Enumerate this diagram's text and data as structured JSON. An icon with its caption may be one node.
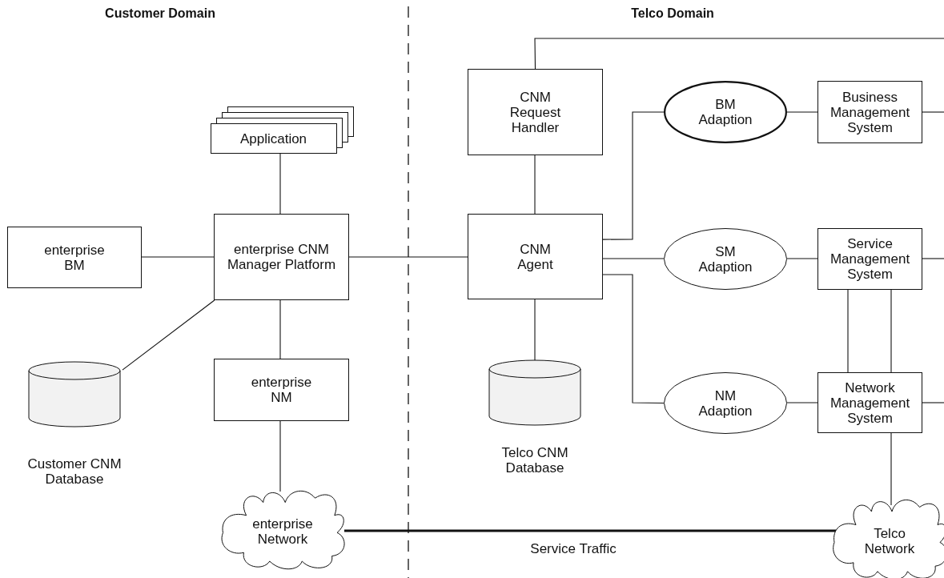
{
  "diagram": {
    "nodes": [
      {
        "text": [
          "Application"
        ]
      },
      {
        "text": [
          "enterprise BM"
        ]
      },
      {
        "text": [
          "enterprise CNM Manager Platform"
        ]
      },
      {
        "text": [
          "Customer CNM Database"
        ]
      },
      {
        "text": [
          "enterprise NM"
        ]
      },
      {
        "text": [
          "enterprise Network"
        ]
      },
      {
        "text": [
          "CNM Request Handler"
        ]
      },
      {
        "text": [
          "CNM Agent"
        ]
      },
      {
        "text": [
          "Telco CNM Database"
        ]
      },
      {
        "text": [
          "BM Adaption"
        ]
      },
      {
        "text": [
          "SM Adaption"
        ]
      },
      {
        "text": [
          "NM Adaption"
        ]
      },
      {
        "text": [
          "Business Management System"
        ]
      },
      {
        "text": [
          "Service Management System"
        ]
      },
      {
        "text": [
          "Network Management System"
        ]
      },
      {
        "text": [
          "Telco Network"
        ]
      }
    ],
    "edges": [
      {
        "from": 0,
        "to": 2,
        "arrow": "none"
      },
      {
        "from": 1,
        "to": 2,
        "arrow": "none"
      },
      {
        "from": 2,
        "to": 3,
        "arrow": "none"
      },
      {
        "from": 2,
        "to": 4,
        "arrow": "none"
      },
      {
        "from": 4,
        "to": 5,
        "arrow": "none"
      },
      {
        "from": 2,
        "to": 7,
        "arrow": "none"
      },
      {
        "from": 6,
        "to": 7,
        "arrow": "none"
      },
      {
        "from": 7,
        "to": 8,
        "arrow": "none"
      },
      {
        "from": 7,
        "to": 9,
        "arrow": "none"
      },
      {
        "from": 7,
        "to": 10,
        "arrow": "none"
      },
      {
        "from": 7,
        "to": 11,
        "arrow": "none"
      },
      {
        "from": 9,
        "to": 12,
        "arrow": "none"
      },
      {
        "from": 10,
        "to": 13,
        "arrow": "none"
      },
      {
        "from": 11,
        "to": 14,
        "arrow": "none"
      },
      {
        "from": 13,
        "to": 14,
        "arrow": "none"
      },
      {
        "from": 13,
        "to": 14,
        "arrow": "none"
      },
      {
        "from": 14,
        "to": 15,
        "arrow": "none"
      },
      {
        "from": 5,
        "to": 15,
        "arrow": "none",
        "label": "Service Traffic",
        "style": "thick"
      },
      {
        "from": 6,
        "to": null,
        "arrow": "none"
      },
      {
        "from": 12,
        "to": null,
        "arrow": "none"
      },
      {
        "from": 13,
        "to": null,
        "arrow": "none"
      },
      {
        "from": 14,
        "to": null,
        "arrow": "none"
      }
    ],
    "labels": [
      "Customer Domain",
      "Telco Domain"
    ]
  }
}
